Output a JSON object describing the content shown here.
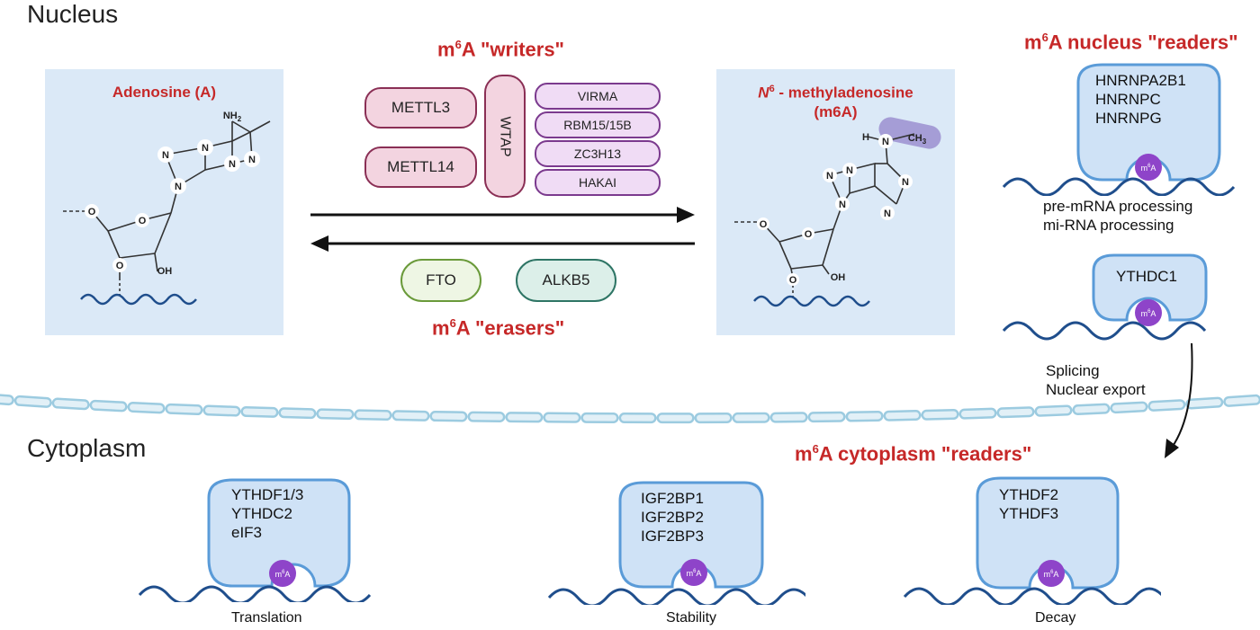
{
  "regions": {
    "nucleus": "Nucleus",
    "cytoplasm": "Cytoplasm"
  },
  "writers": {
    "title_prefix": "m",
    "title_sup": "6",
    "title_suffix": "A \"writers\"",
    "proteins": {
      "mettl3": "METTL3",
      "mettl14": "METTL14",
      "wtap": "WTAP",
      "virma": "VIRMA",
      "rbm15": "RBM15/15B",
      "zc3h13": "ZC3H13",
      "hakai": "HAKAI"
    }
  },
  "erasers": {
    "title_prefix": "m",
    "title_sup": "6",
    "title_suffix": "A \"erasers\"",
    "proteins": {
      "fto": "FTO",
      "alkb5": "ALKB5"
    }
  },
  "left_panel": {
    "title": "Adenosine (A)",
    "atoms": {
      "nh2": "NH",
      "nh2_sub": "2",
      "n": "N",
      "o": "O",
      "oh": "OH"
    }
  },
  "right_panel": {
    "title_italic": "N",
    "title_sup": "6",
    "title_rest": " - methyladenosine",
    "title_line2": "(m6A)",
    "atoms": {
      "h": "H",
      "n": "N",
      "ch3": "CH",
      "ch3_sub": "3",
      "o": "O",
      "oh": "OH"
    }
  },
  "nucleus_readers": {
    "title_prefix": "m",
    "title_sup": "6",
    "title_suffix": "A nucleus \"readers\"",
    "group1": {
      "proteins": [
        "HNRNPA2B1",
        "HNRNPC",
        "HNRNPG"
      ],
      "functions": [
        "pre-mRNA processing",
        "mi-RNA processing"
      ]
    },
    "group2": {
      "proteins": [
        "YTHDC1"
      ],
      "functions": [
        "Splicing",
        "Nuclear export"
      ]
    }
  },
  "cytoplasm_readers": {
    "title_prefix": "m",
    "title_sup": "6",
    "title_suffix": "A cytoplasm \"readers\"",
    "groups": [
      {
        "proteins": [
          "YTHDF1/3",
          "YTHDC2",
          "eIF3"
        ],
        "function": "Translation"
      },
      {
        "proteins": [
          "IGF2BP1",
          "IGF2BP2",
          "IGF2BP3"
        ],
        "function": "Stability"
      },
      {
        "proteins": [
          "YTHDF2",
          "YTHDF3"
        ],
        "function": "Decay"
      }
    ]
  },
  "badge": {
    "m": "m",
    "sup": "6",
    "a": "A"
  },
  "colors": {
    "red_title": "#c62828",
    "reader_fill": "#cfe2f6",
    "reader_stroke": "#5a9bd8",
    "badge": "#8e44c9",
    "rna": "#1f4e8c",
    "panel": "#dbe9f7"
  }
}
